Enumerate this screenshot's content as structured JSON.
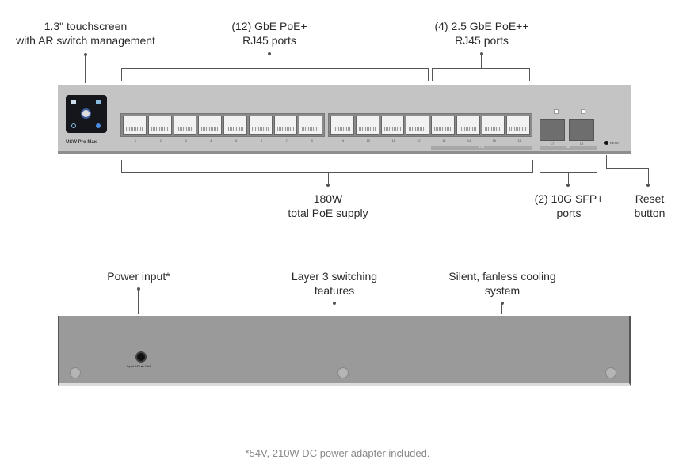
{
  "labels": {
    "touchscreen": [
      "1.3\" touchscreen",
      "with AR switch management"
    ],
    "gbe_ports": [
      "(12) GbE PoE+",
      "RJ45 ports"
    ],
    "gbe25_ports": [
      "(4) 2.5 GbE PoE++",
      "RJ45 ports"
    ],
    "poe_supply": [
      "180W",
      "total PoE supply"
    ],
    "sfp_ports": [
      "(2) 10G SFP+",
      "ports"
    ],
    "reset_button": [
      "Reset",
      "button"
    ],
    "power_input": [
      "Power input*"
    ],
    "layer3": [
      "Layer 3 switching",
      "features"
    ],
    "cooling": [
      "Silent, fanless cooling",
      "system"
    ]
  },
  "device": {
    "model": "USW Pro Max",
    "port_numbers": [
      "1",
      "2",
      "3",
      "4",
      "5",
      "6",
      "7",
      "8",
      "9",
      "10",
      "11",
      "12",
      "13",
      "14",
      "15",
      "16"
    ],
    "sfp_numbers": [
      "17",
      "18"
    ],
    "speed_bar_25": "2.5G",
    "speed_bar_10": "10G",
    "reset_label": "RESET",
    "power_label": "Input 54V ⎓ 3.9A"
  },
  "footnote": "*54V, 210W DC power adapter included."
}
